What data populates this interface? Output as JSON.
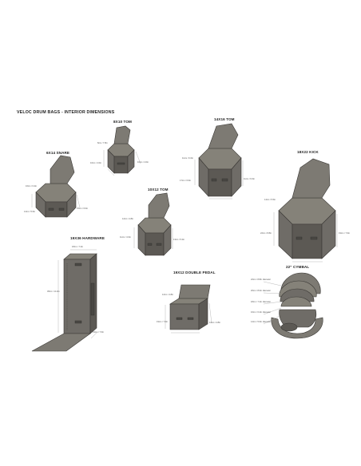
{
  "title": "VELOC DRUM BAGS - INTERIOR DIMENSIONS",
  "bags": {
    "tom8x10": {
      "label": "8X10 TOM",
      "dims": [
        "8cm / 7.8in",
        "10cm / 4.0in",
        "10cm / 4.0in"
      ]
    },
    "tom14x16": {
      "label": "14X16 TOM",
      "dims": [
        "11cm / 6.6in",
        "17cm / 6.6in",
        "11cm / 6.6in"
      ]
    },
    "snare6x14": {
      "label": "6X14 SNARE",
      "dims": [
        "16cm / 6.4in",
        "14cm / 5.6in",
        "15cm / 6.0in"
      ]
    },
    "kick18x22": {
      "label": "18X22 KICK",
      "dims": [
        "14cm / 5.5in",
        "22cm / 8.8in",
        "19cm / 7.6in"
      ]
    },
    "tom10x12": {
      "label": "10X12 TOM",
      "dims": [
        "12cm / 4.8in",
        "11cm / 4.6in",
        "13cm / 5.2in"
      ]
    },
    "hardware19x36": {
      "label": "19X36 HARDWARE",
      "dims": [
        "18cm / 7.2in",
        "36cm / 14.4in",
        "19cm / 7.6in"
      ]
    },
    "pedal19x12": {
      "label": "19X12 DOUBLE PEDAL",
      "dims": [
        "12cm / 4.8in",
        "19cm / 7.6in",
        "12cm / 4.8in"
      ]
    },
    "cymbal22": {
      "label": "22\" CYMBAL",
      "dims": [
        "22cm / 8.8in diameter",
        "20cm / 8.0in diameter",
        "18cm / 7.2in diameter",
        "16cm / 6.4in diameter",
        "14cm / 5.6in diameter"
      ]
    }
  },
  "colors": {
    "bag": "#6f6c67",
    "bag_top": "#858279",
    "dim_line": "#9a9a9a"
  }
}
